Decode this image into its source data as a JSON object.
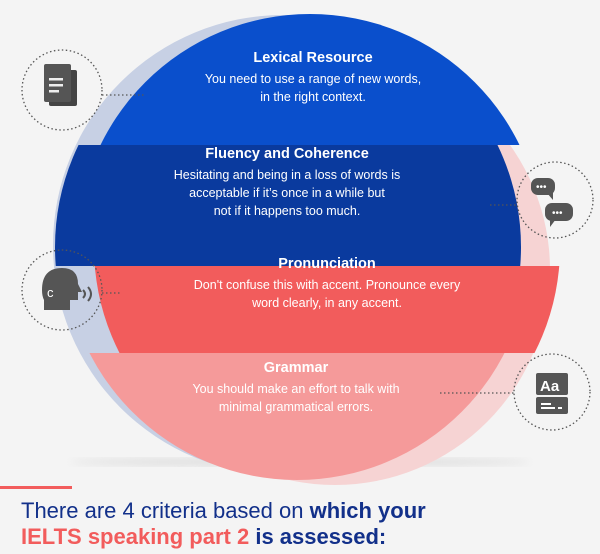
{
  "criteria": [
    {
      "title": "Lexical Resource",
      "desc": [
        "You need to use a range of new words,",
        "in the right context."
      ],
      "icon": "document-icon"
    },
    {
      "title": "Fluency and Coherence",
      "desc": [
        "Hesitating and being in a loss of words is",
        "acceptable if it’s once in a while but",
        "not if it happens too much."
      ],
      "icon": "chat-bubbles-icon"
    },
    {
      "title": "Pronunciation",
      "desc": [
        "Don't confuse this with accent. Pronounce every",
        "word clearly, in any accent."
      ],
      "icon": "speaking-head-icon"
    },
    {
      "title": "Grammar",
      "desc": [
        "You should make an effort to talk with",
        "minimal grammatical errors."
      ],
      "icon": "font-aa-icon"
    }
  ],
  "footer": {
    "plain": "There are 4 criteria based on ",
    "bold1": "which your",
    "red": "IELTS speaking part 2",
    "bold2": " is assessed:"
  },
  "colors": {
    "blue": "#0a4fcc",
    "darkblue": "#0a3a9e",
    "red": "#f25c5c",
    "pink": "#f59a9a"
  }
}
